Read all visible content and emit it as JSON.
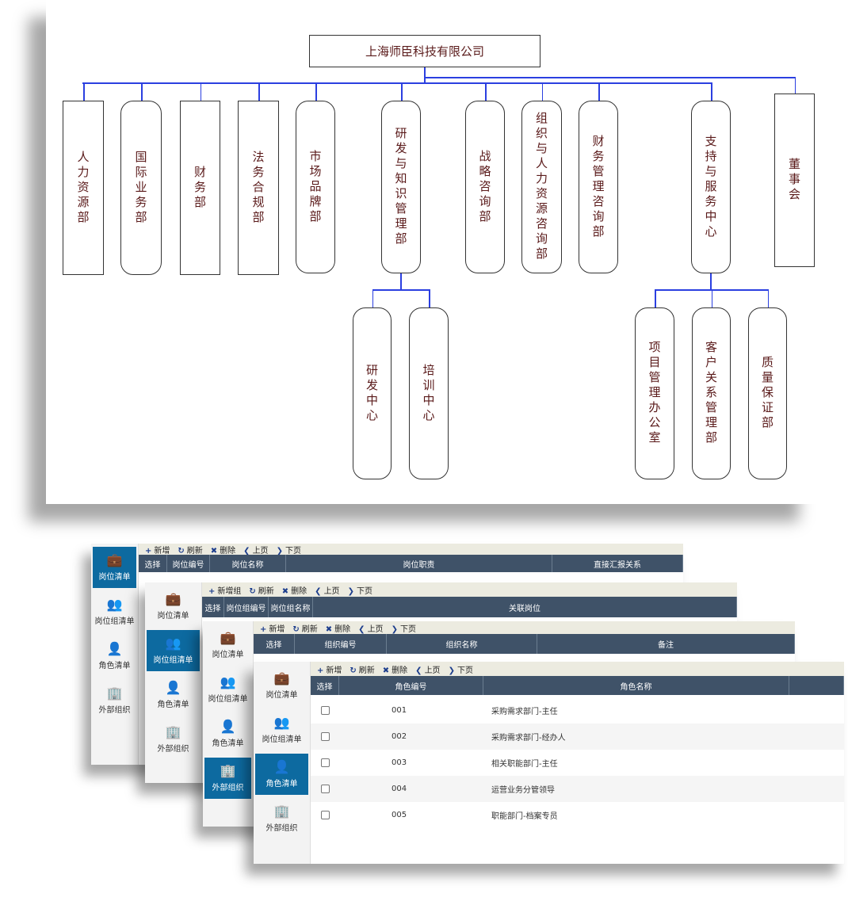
{
  "org_chart": {
    "root": "上海师臣科技有限公司",
    "line_color": "#2b3fe0",
    "departments": [
      "人力资源部",
      "国际业务部",
      "财务部",
      "法务合规部",
      "市场品牌部",
      "研发与知识管理部",
      "战略咨询部",
      "组织与人力资源咨询部",
      "财务管理咨询部",
      "支持与服务中心",
      "董事会"
    ],
    "rd_children": [
      "研发中心",
      "培训中心"
    ],
    "support_children": [
      "项目管理办公室",
      "客户关系管理部",
      "质量保证部"
    ]
  },
  "sidebar": {
    "items": [
      {
        "label": "岗位清单",
        "icon": "briefcase-icon"
      },
      {
        "label": "岗位组清单",
        "icon": "users-icon"
      },
      {
        "label": "角色清单",
        "icon": "user-icon"
      },
      {
        "label": "外部组织",
        "icon": "building-icon"
      }
    ],
    "active_color": "#0d6aa0"
  },
  "windows": [
    {
      "toolbar": [
        "新增",
        "刷新",
        "删除",
        "上页",
        "下页"
      ],
      "columns": [
        "选择",
        "岗位编号",
        "岗位名称",
        "岗位职责",
        "直接汇报关系"
      ],
      "active": 0
    },
    {
      "toolbar": [
        "新增组",
        "刷新",
        "删除",
        "上页",
        "下页"
      ],
      "columns": [
        "选择",
        "岗位组编号",
        "岗位组名称",
        "关联岗位"
      ],
      "active": 1
    },
    {
      "toolbar": [
        "新增",
        "刷新",
        "删除",
        "上页",
        "下页"
      ],
      "columns": [
        "选择",
        "组织编号",
        "组织名称",
        "备注"
      ],
      "active": 3
    },
    {
      "toolbar": [
        "新增",
        "刷新",
        "删除",
        "上页",
        "下页"
      ],
      "columns": [
        "选择",
        "角色编号",
        "角色名称",
        ""
      ],
      "active": 2,
      "rows": [
        {
          "code": "001",
          "name": "采购需求部门-主任"
        },
        {
          "code": "002",
          "name": "采购需求部门-经办人"
        },
        {
          "code": "003",
          "name": "相关职能部门-主任"
        },
        {
          "code": "004",
          "name": "运营业务分管领导"
        },
        {
          "code": "005",
          "name": "职能部门-档案专员"
        }
      ]
    }
  ]
}
